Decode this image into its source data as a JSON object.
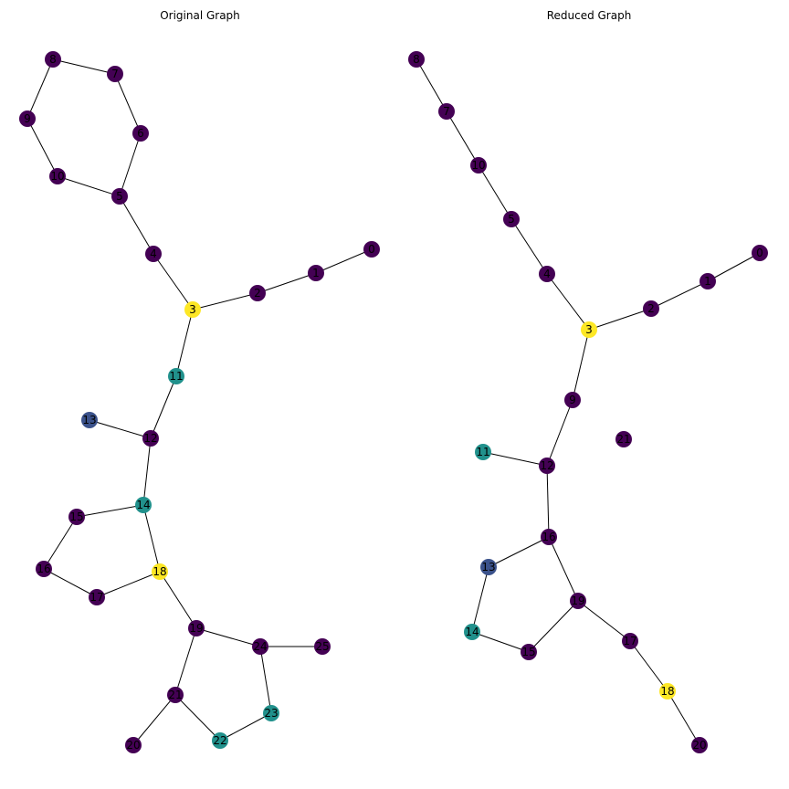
{
  "figure": {
    "colors": {
      "dark_purple": "#440154",
      "slate_blue": "#3b528b",
      "teal": "#21918c",
      "yellow": "#fde725"
    },
    "panels": [
      {
        "title": "Original Graph",
        "nodes": [
          {
            "label": "8",
            "color": "#440154"
          },
          {
            "label": "7",
            "color": "#440154"
          },
          {
            "label": "9",
            "color": "#440154"
          },
          {
            "label": "6",
            "color": "#440154"
          },
          {
            "label": "10",
            "color": "#440154"
          },
          {
            "label": "5",
            "color": "#440154"
          },
          {
            "label": "4",
            "color": "#440154"
          },
          {
            "label": "0",
            "color": "#440154"
          },
          {
            "label": "1",
            "color": "#440154"
          },
          {
            "label": "2",
            "color": "#440154"
          },
          {
            "label": "3",
            "color": "#fde725"
          },
          {
            "label": "11",
            "color": "#21918c"
          },
          {
            "label": "13",
            "color": "#3b528b"
          },
          {
            "label": "12",
            "color": "#440154"
          },
          {
            "label": "14",
            "color": "#21918c"
          },
          {
            "label": "15",
            "color": "#440154"
          },
          {
            "label": "16",
            "color": "#440154"
          },
          {
            "label": "17",
            "color": "#440154"
          },
          {
            "label": "18",
            "color": "#fde725"
          },
          {
            "label": "19",
            "color": "#440154"
          },
          {
            "label": "24",
            "color": "#440154"
          },
          {
            "label": "25",
            "color": "#440154"
          },
          {
            "label": "21",
            "color": "#440154"
          },
          {
            "label": "23",
            "color": "#21918c"
          },
          {
            "label": "20",
            "color": "#440154"
          },
          {
            "label": "22",
            "color": "#21918c"
          }
        ],
        "edges": [
          [
            "8",
            "7"
          ],
          [
            "8",
            "9"
          ],
          [
            "7",
            "6"
          ],
          [
            "9",
            "10"
          ],
          [
            "6",
            "5"
          ],
          [
            "10",
            "5"
          ],
          [
            "5",
            "4"
          ],
          [
            "4",
            "3"
          ],
          [
            "3",
            "2"
          ],
          [
            "2",
            "1"
          ],
          [
            "1",
            "0"
          ],
          [
            "3",
            "11"
          ],
          [
            "11",
            "12"
          ],
          [
            "13",
            "12"
          ],
          [
            "12",
            "14"
          ],
          [
            "14",
            "15"
          ],
          [
            "14",
            "18"
          ],
          [
            "15",
            "16"
          ],
          [
            "16",
            "17"
          ],
          [
            "17",
            "18"
          ],
          [
            "18",
            "19"
          ],
          [
            "19",
            "24"
          ],
          [
            "19",
            "21"
          ],
          [
            "24",
            "25"
          ],
          [
            "24",
            "23"
          ],
          [
            "21",
            "20"
          ],
          [
            "21",
            "22"
          ],
          [
            "22",
            "23"
          ]
        ]
      },
      {
        "title": "Reduced Graph",
        "nodes": [
          {
            "label": "8",
            "color": "#440154"
          },
          {
            "label": "7",
            "color": "#440154"
          },
          {
            "label": "10",
            "color": "#440154"
          },
          {
            "label": "5",
            "color": "#440154"
          },
          {
            "label": "4",
            "color": "#440154"
          },
          {
            "label": "0",
            "color": "#440154"
          },
          {
            "label": "1",
            "color": "#440154"
          },
          {
            "label": "2",
            "color": "#440154"
          },
          {
            "label": "3",
            "color": "#fde725"
          },
          {
            "label": "9",
            "color": "#440154"
          },
          {
            "label": "21",
            "color": "#440154"
          },
          {
            "label": "11",
            "color": "#21918c"
          },
          {
            "label": "12",
            "color": "#440154"
          },
          {
            "label": "16",
            "color": "#440154"
          },
          {
            "label": "13",
            "color": "#3b528b"
          },
          {
            "label": "19",
            "color": "#440154"
          },
          {
            "label": "14",
            "color": "#21918c"
          },
          {
            "label": "15",
            "color": "#440154"
          },
          {
            "label": "17",
            "color": "#440154"
          },
          {
            "label": "18",
            "color": "#fde725"
          },
          {
            "label": "20",
            "color": "#440154"
          }
        ],
        "edges": [
          [
            "8",
            "7"
          ],
          [
            "7",
            "10"
          ],
          [
            "10",
            "5"
          ],
          [
            "5",
            "4"
          ],
          [
            "4",
            "3"
          ],
          [
            "3",
            "2"
          ],
          [
            "2",
            "1"
          ],
          [
            "1",
            "0"
          ],
          [
            "3",
            "9"
          ],
          [
            "9",
            "12"
          ],
          [
            "11",
            "12"
          ],
          [
            "12",
            "16"
          ],
          [
            "16",
            "13"
          ],
          [
            "16",
            "19"
          ],
          [
            "13",
            "14"
          ],
          [
            "14",
            "15"
          ],
          [
            "15",
            "19"
          ],
          [
            "19",
            "17"
          ],
          [
            "17",
            "18"
          ],
          [
            "18",
            "20"
          ]
        ]
      }
    ]
  }
}
